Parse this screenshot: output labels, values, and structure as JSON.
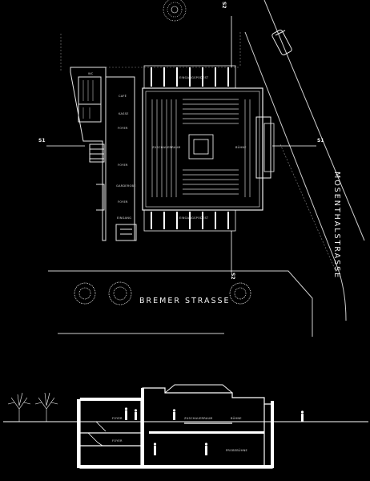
{
  "streets": {
    "bremer": "BREMER STRASSE",
    "mosenthal": "MOSENTHALSTRASSE"
  },
  "section_marks": {
    "s1_left": "S1",
    "s1_right": "S1",
    "s2_top": "S2",
    "s2_bottom": "S2"
  },
  "plan_labels": {
    "eingang_top": "EINGANGSPODEST",
    "eingang_bottom": "EINGANGSPODEST",
    "zuschauerraum": "ZUSCHAUERRAUM",
    "buehne": "BÜHNE",
    "foyer_1": "FOYER",
    "foyer_2": "FOYER",
    "foyer_3": "FOYER",
    "garderobe": "GARDEROBE",
    "kasse": "KASSE",
    "cafe": "CAFÉ",
    "eingang": "EINGANG",
    "wc": "WC"
  },
  "section_labels": {
    "foyer_upper": "FOYER",
    "foyer_lower": "FOYER",
    "zuschauerraum": "ZUSCHAUERRAUM",
    "buehne": "BÜHNE",
    "probebuehne": "PROBEBÜHNE"
  }
}
